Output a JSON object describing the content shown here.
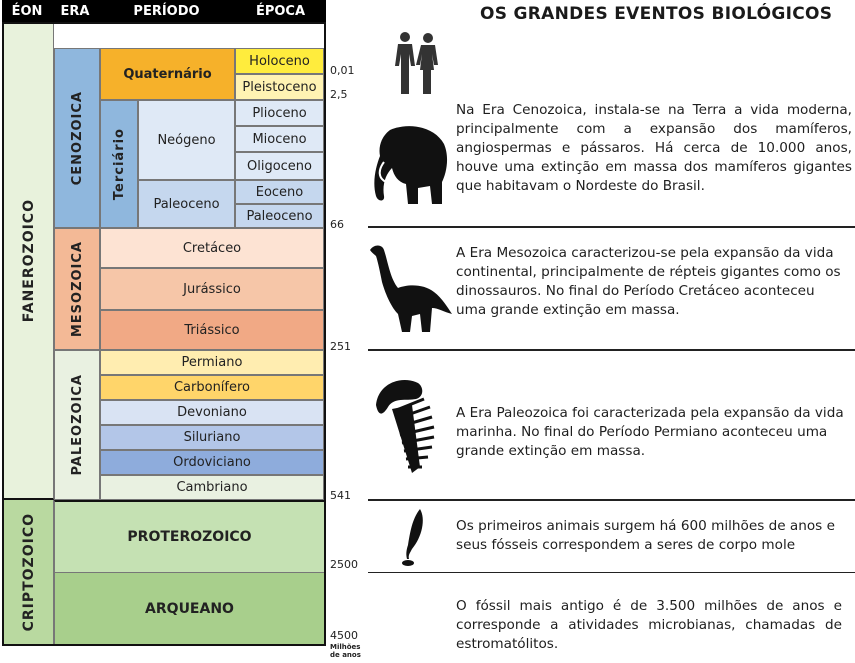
{
  "title": "OS GRANDES EVENTOS BIOLÓGICOS",
  "table": {
    "headers": {
      "eon": "ÉON",
      "era": "ERA",
      "periodo": "PERÍODO",
      "epoca": "ÉPOCA"
    },
    "eons": {
      "fanerozoico": "FANEROZOICO",
      "criptozoico": "CRIPTOZOICO"
    },
    "eras": {
      "cenozoica": "CENOZOICA",
      "mesozoica": "MESOZOICA",
      "paleozoica": "PALEOZOICA",
      "proterozoico": "PROTEROZOICO",
      "arqueano": "ARQUEANO"
    },
    "subperiod": "Terciário",
    "periods": {
      "quaternario": "Quaternário",
      "neogeno": "Neógeno",
      "paleoceno": "Paleoceno"
    },
    "epochs": {
      "holoceno": "Holoceno",
      "pleistoceno": "Pleistoceno",
      "plioceno": "Plioceno",
      "mioceno": "Mioceno",
      "oligoceno": "Oligoceno",
      "eoceno": "Eoceno",
      "paleoceno": "Paleoceno"
    },
    "meso_periods": {
      "cretaceo": "Cretáceo",
      "jurassico": "Jurássico",
      "triassico": "Triássico"
    },
    "paleo_periods": {
      "permiano": "Permiano",
      "carbonifero": "Carbonífero",
      "devoniano": "Devoniano",
      "siluriano": "Siluriano",
      "ordoviciano": "Ordoviciano",
      "cambriano": "Cambriano"
    }
  },
  "ages": {
    "a001": "0,01",
    "a25": "2,5",
    "a66": "66",
    "a251": "251",
    "a541": "541",
    "a2500": "2500",
    "a4500": "4500",
    "unit_line1": "Milhões",
    "unit_line2": "de anos"
  },
  "events": {
    "cenozoica": "Na Era Cenozoica, instala-se na Terra a vida moderna, principalmente com  a expansão dos mamíferos, angiospermas e  pássaros. Há cerca de 10.000 anos, houve uma extinção em massa dos mamíferos gigantes que habitavam o Nordeste do Brasil.",
    "mesozoica": "A Era Mesozoica caracterizou-se pela expansão da vida continental, principalmente de  répteis gigantes como os dinossauros. No final do Período Cretáceo aconteceu uma grande extinção em massa.",
    "paleozoica": "A Era Paleozoica  foi caracterizada pela expansão da vida marinha. No final do Período Permiano aconteceu uma grande extinção em massa.",
    "proterozoico": "Os primeiros animais surgem há 600 milhões de anos e  seus fósseis correspondem a seres de corpo mole",
    "arqueano": "O fóssil mais antigo é de 3.500 milhões de anos e corresponde a atividades microbianas, chamadas de estromatólitos."
  },
  "colors": {
    "fanerozoico": "#e8f2dc",
    "criptozoico": "#b9d9a0",
    "cenozoica": "#8fb7dd",
    "mesozoica": "#f3b996",
    "paleozoica": "#e9f1e1",
    "proterozoico": "#c5e1b3",
    "arqueano": "#a8cf8c",
    "quaternario": "#f6b12a",
    "holoceno": "#ffec3d",
    "pleistoceno": "#fff3b3",
    "terciario": "#8fb7dd",
    "neogeno": "#dfe9f6",
    "cenozoic_epoch": "#c5d7ee",
    "meso1": "#fde3d3",
    "meso2": "#f6c6a8",
    "meso3": "#f1a985",
    "permiano": "#ffedb0",
    "carbonifero": "#ffd56a",
    "devoniano": "#d9e3f3",
    "siluriano": "#b3c6e8",
    "ordoviciano": "#8eacdc",
    "cambriano": "#e9f1e1"
  },
  "icons": [
    "humans-icon",
    "mammoth-icon",
    "dinosaur-icon",
    "trilobite-icon",
    "ediacaran-fossil-icon"
  ]
}
